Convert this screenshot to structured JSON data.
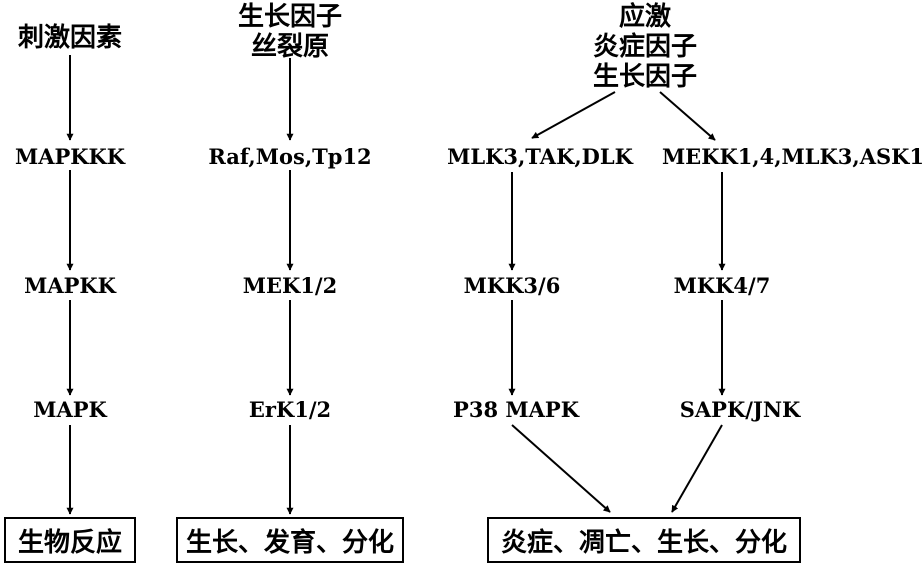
{
  "columns": {
    "col1": {
      "top": "刺激因素",
      "level1": "MAPKKK",
      "level2": "MAPKK",
      "level3": "MAPK",
      "outcome": "生物反应"
    },
    "col2": {
      "top": [
        "生长因子",
        "丝裂原"
      ],
      "level1": "Raf,Mos,Tp12",
      "level2": "MEK1/2",
      "level3": "ErK1/2",
      "outcome": "生长、发育、分化"
    },
    "col3": {
      "top": [
        "应激",
        "炎症因子",
        "生长因子"
      ],
      "left": {
        "level1": "MLK3,TAK,DLK",
        "level2": "MKK3/6",
        "level3": "P38 MAPK"
      },
      "right": {
        "level1": "MEKK1,4,MLK3,ASK1",
        "level2": "MKK4/7",
        "level3": "SAPK/JNK"
      },
      "outcome": "炎症、凋亡、生长、分化"
    }
  },
  "colors": {
    "stroke": "#000000",
    "background": "#ffffff"
  }
}
